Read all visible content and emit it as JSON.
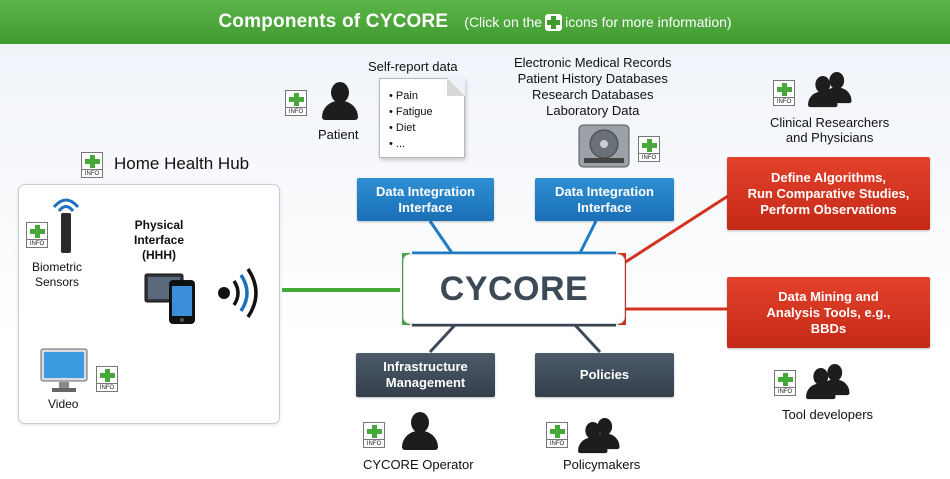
{
  "header": {
    "title": "Components of CYCORE",
    "subtitle_pre": "(Click on the",
    "subtitle_post": "icons for more information)"
  },
  "info_label": "INFO",
  "center": {
    "label": "CYCORE"
  },
  "hub": {
    "title": "Home Health Hub",
    "interface": "Physical\nInterface\n(HHH)",
    "sensors": "Biometric\nSensors",
    "video": "Video"
  },
  "patient": {
    "label": "Patient"
  },
  "self_report": {
    "title": "Self-report data",
    "items": [
      "Pain",
      "Fatigue",
      "Diet",
      "..."
    ]
  },
  "records": {
    "lines": "Electronic Medical Records\nPatient History Databases\nResearch Databases\nLaboratory Data"
  },
  "boxes": {
    "dii_left": "Data Integration\nInterface",
    "dii_right": "Data Integration\nInterface",
    "infra": "Infrastructure\nManagement",
    "policies": "Policies",
    "algorithms": "Define Algorithms,\nRun Comparative Studies,\nPerform Observations",
    "mining": "Data Mining and\nAnalysis Tools, e.g.,\nBBDs"
  },
  "roles": {
    "researchers": "Clinical Researchers\nand Physicians",
    "tool_dev": "Tool developers",
    "operator": "CYCORE Operator",
    "policymakers": "Policymakers"
  },
  "colors": {
    "green": "#47a83a",
    "blue": "#1f7cc4",
    "dark": "#3f4b58",
    "red": "#d2331e"
  }
}
